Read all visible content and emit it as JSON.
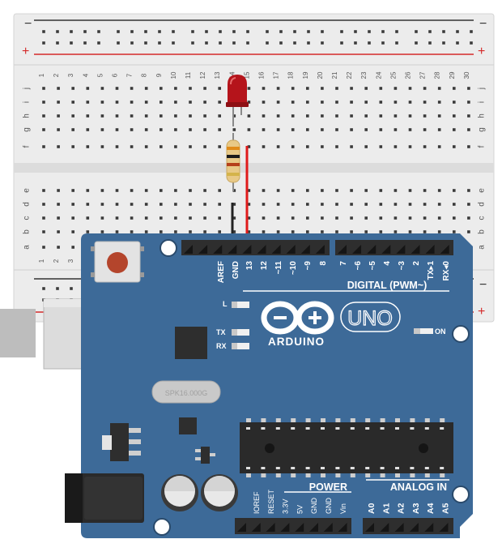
{
  "breadboard": {
    "rail_minus": "−",
    "rail_plus": "+",
    "row_labels_top": [
      "j",
      "i",
      "h",
      "g",
      "f"
    ],
    "row_labels_bottom": [
      "e",
      "d",
      "c",
      "b",
      "a"
    ],
    "columns": [
      "1",
      "2",
      "3",
      "4",
      "5",
      "6",
      "7",
      "8",
      "9",
      "10",
      "11",
      "12",
      "13",
      "14",
      "15",
      "16",
      "17",
      "18",
      "19",
      "20",
      "21",
      "22",
      "23",
      "24",
      "25",
      "26",
      "27",
      "28",
      "29",
      "30"
    ],
    "colors": {
      "body": "#ececec",
      "rail_red": "#d42a2a",
      "rail_dark": "#333333",
      "hole": "#3a3a3a"
    }
  },
  "components": {
    "led_color": "#b5141b",
    "resistor_bands": [
      "#e08b1a",
      "#1b1b1b",
      "#b5401a",
      "#d4b34a"
    ],
    "wire_red": "#e01b1b",
    "wire_black": "#222222"
  },
  "arduino": {
    "logo": "ARDUINO",
    "model": "UNO",
    "board_color": "#3d6a98",
    "top_pins": [
      "AREF",
      "GND",
      "13",
      "12",
      "~11",
      "~10",
      "~9",
      "8",
      "7",
      "~6",
      "~5",
      "4",
      "~3",
      "2",
      "TX▸1",
      "RX◂0"
    ],
    "digital_label": "DIGITAL (PWM~)",
    "led_l": "L",
    "led_tx": "TX",
    "led_rx": "RX",
    "on_label": "ON",
    "crystal": "SPK16.000G",
    "power_title": "POWER",
    "power_pins": [
      "IOREF",
      "RESET",
      "3.3V",
      "5V",
      "GND",
      "GND",
      "Vin"
    ],
    "analog_title": "ANALOG IN",
    "analog_pins": [
      "A0",
      "A1",
      "A2",
      "A3",
      "A4",
      "A5"
    ]
  }
}
